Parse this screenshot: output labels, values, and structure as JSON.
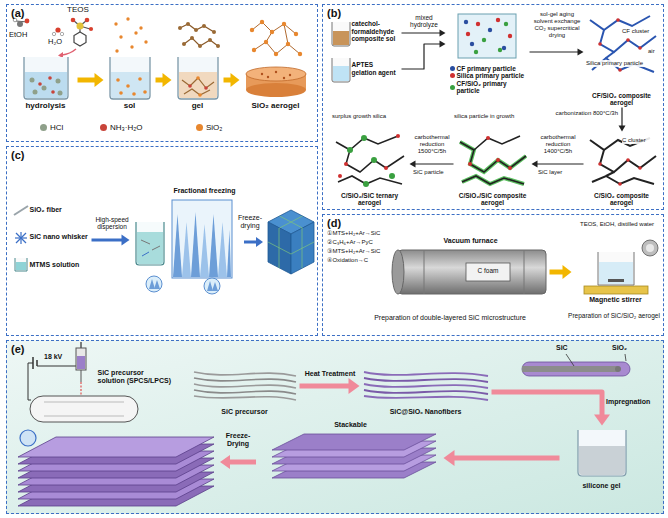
{
  "diagram": {
    "nodes": [
      {
        "text": [
          "(a)"
        ]
      },
      {
        "text": [
          "hydrolysis"
        ],
        "in": 0
      },
      {
        "text": [
          "sol"
        ],
        "in": 0
      },
      {
        "text": [
          "gel"
        ],
        "in": 0
      },
      {
        "text": [
          "SiO₂ aerogel"
        ],
        "in": 0
      },
      {
        "text": [
          "(b)"
        ]
      },
      {
        "text": [
          "catechol-formaldehyde composite sol"
        ],
        "in": 5
      },
      {
        "text": [
          "APTES gelation agent"
        ],
        "in": 5
      },
      {
        "text": [
          "CF primary particle",
          "Silica primary particle",
          "CF/SiO₂ primary particle"
        ],
        "in": 5
      },
      {
        "text": [
          "CF/SiO₂ composite aerogel"
        ],
        "in": 5
      },
      {
        "text": [
          "C/SiO₂ composite aerogel"
        ],
        "in": 5
      },
      {
        "text": [
          "C/SiO₂/SiC composite aerogel"
        ],
        "in": 5
      },
      {
        "text": [
          "C/SiO₂/SiC ternary aerogel"
        ],
        "in": 5
      },
      {
        "text": [
          "(c)"
        ]
      },
      {
        "text": [
          "SiO₂ fiber",
          "SiC nano whisker",
          "MTMS solution"
        ],
        "in": 13
      },
      {
        "text": [
          "Fractional freezing"
        ],
        "in": 13
      },
      {
        "text": [
          "(d)"
        ]
      },
      {
        "text": [
          "Vacuum furnace"
        ],
        "in": 16
      },
      {
        "text": [
          "Magnetic stirrer"
        ],
        "in": 16
      },
      {
        "text": [
          "(e)"
        ]
      },
      {
        "text": [
          "SiC precursor solution (SPCS/LPCS)"
        ],
        "in": 19
      },
      {
        "text": [
          "SiC precursor"
        ],
        "in": 19
      },
      {
        "text": [
          "SiC@SiOₓ Nanofibers"
        ],
        "in": 19
      },
      {
        "text": [
          "silicone gel"
        ],
        "in": 19
      },
      {
        "text": [
          "Stackable"
        ],
        "in": 19
      }
    ],
    "edges": [
      {
        "from": 1,
        "to": 2,
        "arrow": "to"
      },
      {
        "from": 2,
        "to": 3,
        "arrow": "to"
      },
      {
        "from": 3,
        "to": 4,
        "arrow": "to"
      },
      {
        "from": 6,
        "to": 8,
        "label": "mixed hydrolyze",
        "arrow": "to"
      },
      {
        "from": 7,
        "to": 8,
        "arrow": "to"
      },
      {
        "from": 8,
        "to": 9,
        "label": "sol-gel aging solvent exchange CO₂ supercritical drying",
        "arrow": "to"
      },
      {
        "from": 9,
        "to": 10,
        "label": "carbonization 800°C/3h",
        "arrow": "to"
      },
      {
        "from": 10,
        "to": 11,
        "label": "carbothermal reduction 1400°C/5h",
        "arrow": "to"
      },
      {
        "from": 11,
        "to": 12,
        "label": "carbothermal reduction 1500°C/5h",
        "arrow": "to"
      },
      {
        "from": 14,
        "to": 15,
        "label": "High-speed dispersion",
        "arrow": "to"
      },
      {
        "from": 17,
        "to": 18,
        "arrow": "to"
      },
      {
        "from": 21,
        "to": 22,
        "label": "Heat Treatment",
        "arrow": "to"
      },
      {
        "from": 22,
        "to": 23,
        "label": "Impregnation",
        "arrow": "to"
      },
      {
        "from": 23,
        "to": 24,
        "arrow": "to"
      }
    ],
    "labels": [
      "TEOS",
      "EtOH",
      "H₂O",
      "CF cluster",
      "Silica primary particle",
      "air",
      "C cluster",
      "SiC layer",
      "silica particle in growth",
      "SiC particle",
      "surplus growth silica",
      "Freeze-drying",
      "①MTS+H₂+Ar→SiC",
      "②C₃H₆+Ar→PyC",
      "③MTS+H₂+Ar→SiC",
      "④Oxidation→C",
      "C foam",
      "TEOS, EtOH, distilled water",
      "Preparation of double-layered SiC microstructure",
      "Preparation of SiC/SiO₂ aerogel",
      "18 kV",
      "SiC",
      "SiO₂",
      "Freeze-Drying"
    ],
    "legend": [
      {
        "text": "HCl",
        "color": "#8fa08a"
      },
      {
        "text": "NH₃·H₂O",
        "color": "#c8443a"
      },
      {
        "text": "SiO₂",
        "color": "#e8872e"
      }
    ]
  }
}
